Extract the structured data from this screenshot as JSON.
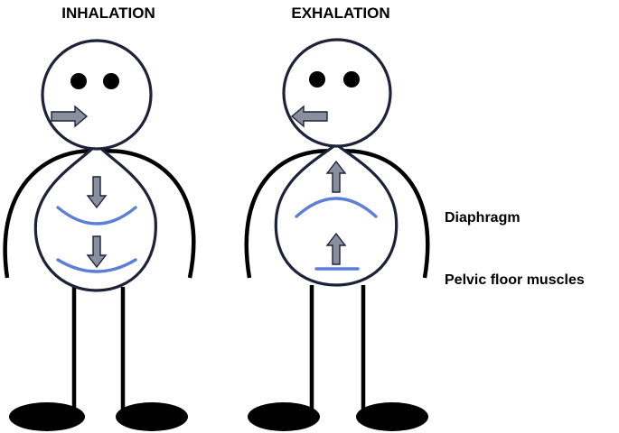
{
  "titles": {
    "inhalation": "INHALATION",
    "exhalation": "EXHALATION"
  },
  "labels": {
    "diaphragm": "Diaphragm",
    "pelvic_floor": "Pelvic floor muscles"
  },
  "colors": {
    "outline": "#1d2238",
    "muscle": "#5b7fd6",
    "arrow_fill": "#8a8f9e",
    "ink": "#000000"
  }
}
